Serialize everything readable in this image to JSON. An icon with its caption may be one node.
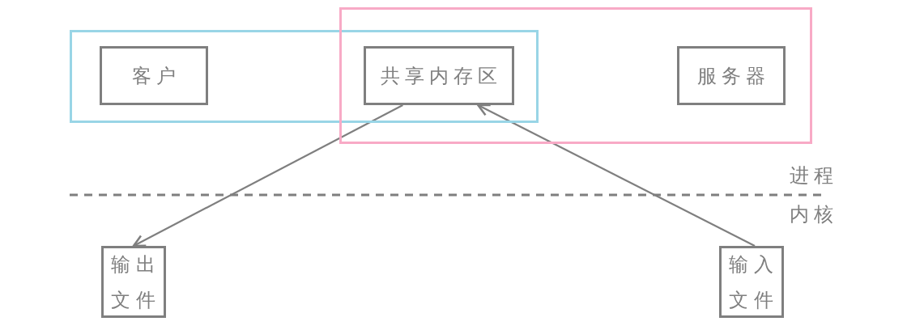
{
  "diagram": {
    "nodes": [
      {
        "text": [],
        "shape": "box"
      },
      {
        "text": [],
        "shape": "box"
      },
      {
        "text": [
          "客户"
        ],
        "in": 0
      },
      {
        "text": [
          "共享内存区"
        ]
      },
      {
        "text": [
          "服务器"
        ],
        "in": 1
      },
      {
        "text": [
          "输出文件"
        ]
      },
      {
        "text": [
          "输入文件"
        ]
      }
    ],
    "edges": [
      {
        "from": 3,
        "to": 5,
        "arrow": "to"
      },
      {
        "from": 6,
        "to": 3,
        "arrow": "to"
      }
    ],
    "labels": [
      "进程",
      "内核"
    ]
  }
}
